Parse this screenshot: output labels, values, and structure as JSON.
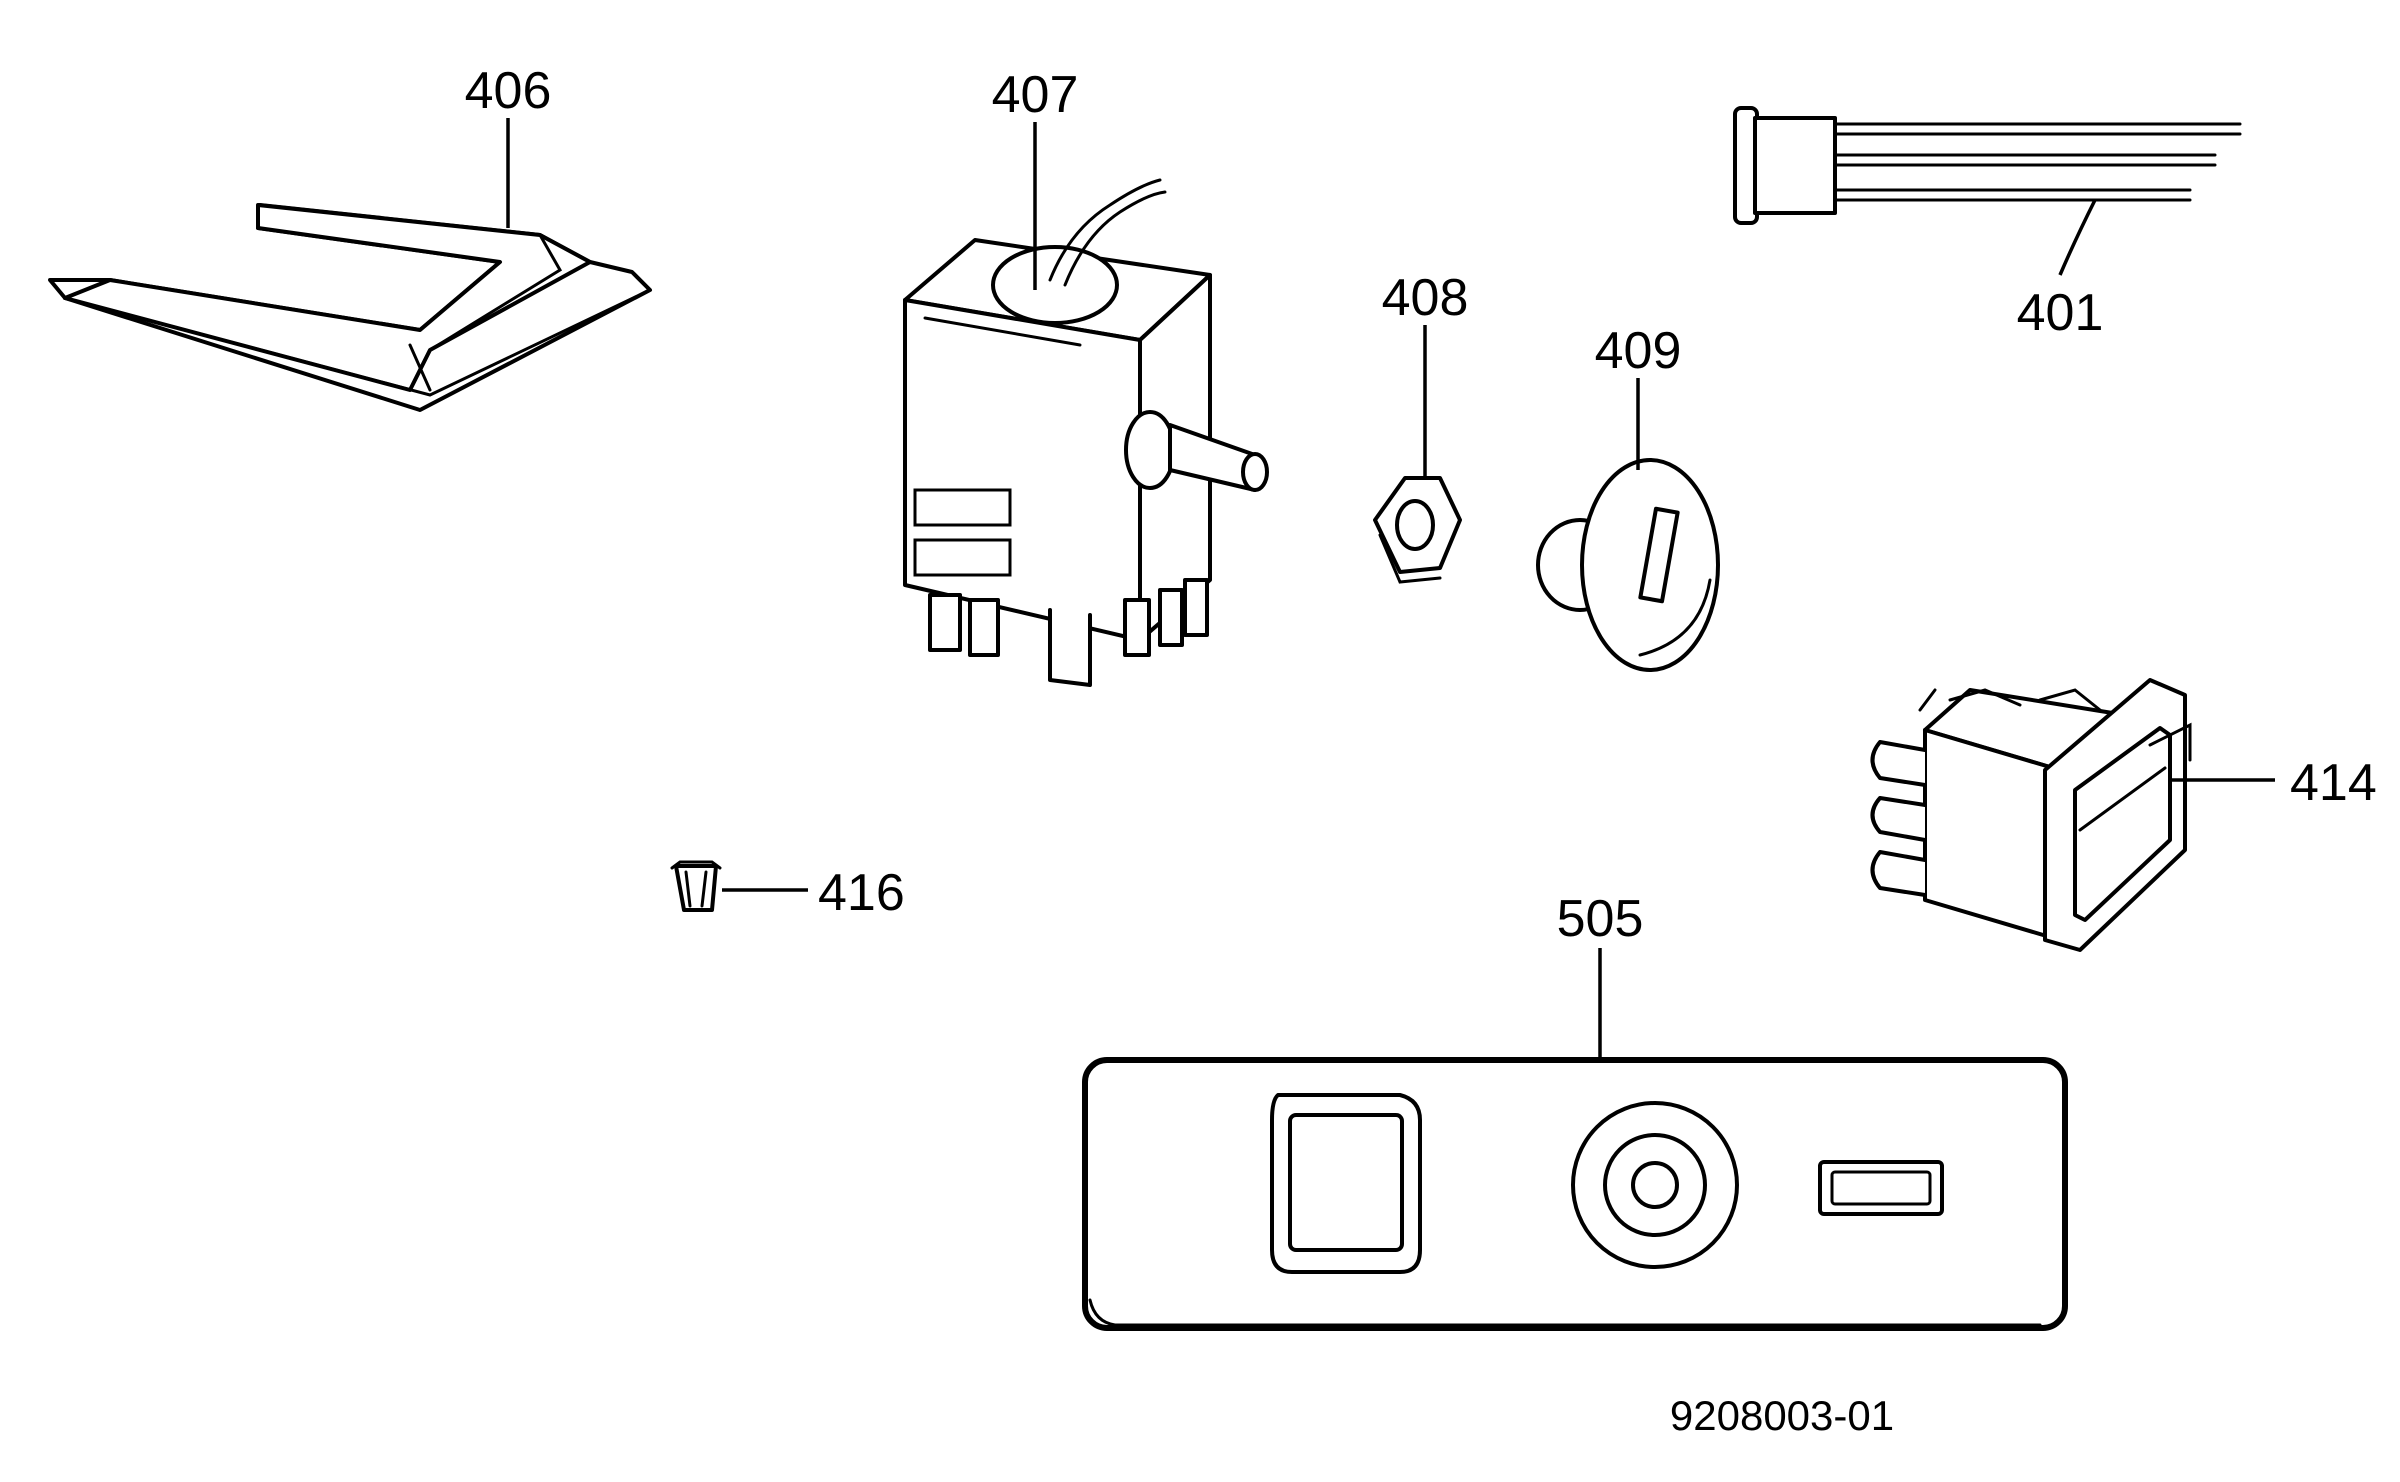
{
  "callouts": {
    "p406": "406",
    "p407": "407",
    "p408": "408",
    "p409": "409",
    "p401": "401",
    "p414": "414",
    "p416": "416",
    "p505": "505"
  },
  "document_number": "9208003-01",
  "colors": {
    "ink": "#000000",
    "paper": "#ffffff"
  }
}
